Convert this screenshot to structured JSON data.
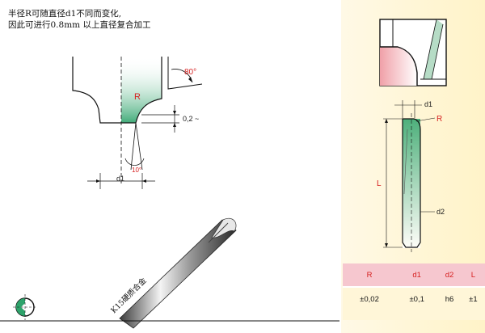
{
  "notes": {
    "line1": "半径R可随直径d1不同而变化,",
    "line2": "因此可进行0.8mm 以上直径复合加工"
  },
  "profile_labels": {
    "angle_top": "80°",
    "radius": "R",
    "offset": "0,2 ~",
    "angle_bottom": "10°",
    "diameter": "d1"
  },
  "side_view_labels": {
    "d1": "d1",
    "R": "R",
    "L": "L",
    "d2": "d2"
  },
  "tool_text": "K15硬质合金",
  "table": {
    "headers": [
      "R",
      "d1",
      "d2",
      "L"
    ],
    "values": [
      "±0,02",
      "±0,1",
      "h6",
      "±1"
    ]
  },
  "colors": {
    "accent_red": "#d62020",
    "header_pink": "#f6c7cf",
    "panel_yellow": "#fff3c8",
    "green_fill": "#2ea36b"
  }
}
